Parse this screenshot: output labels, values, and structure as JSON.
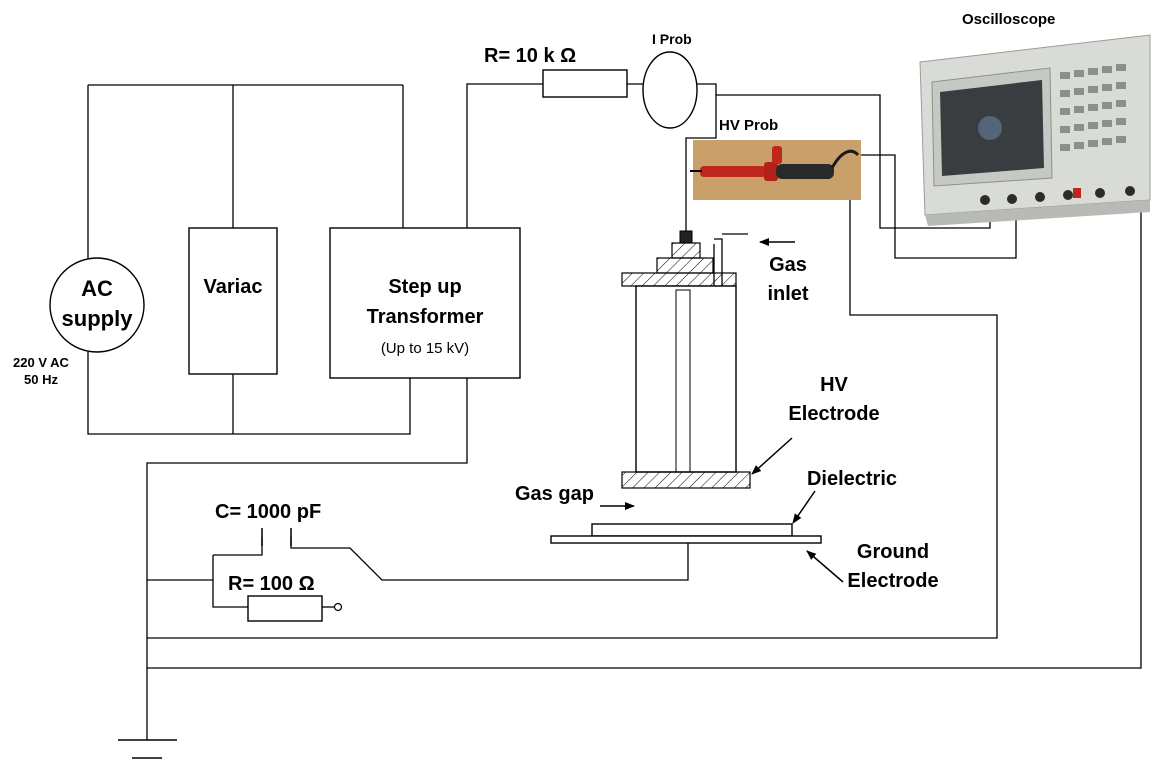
{
  "diagram": {
    "labels": {
      "resistor_main": "R= 10 k Ω",
      "current_probe": "I Prob",
      "oscilloscope": "Oscilloscope",
      "hv_probe": "HV Prob",
      "ac_supply_line1": "AC",
      "ac_supply_line2": "supply",
      "ac_rating_line1": "220 V AC",
      "ac_rating_line2": "50 Hz",
      "variac": "Variac",
      "transformer_line1": "Step up",
      "transformer_line2": "Transformer",
      "transformer_rating": "(Up to 15 kV)",
      "gas_inlet_line1": "Gas",
      "gas_inlet_line2": "inlet",
      "hv_electrode_line1": "HV",
      "hv_electrode_line2": "Electrode",
      "dielectric": "Dielectric",
      "gas_gap": "Gas gap",
      "ground_electrode_line1": "Ground",
      "ground_electrode_line2": "Electrode",
      "capacitor": "C= 1000 pF",
      "resistor_shunt": "R= 100 Ω"
    },
    "colors": {
      "line": "#000000",
      "probe_body": "#c0261b",
      "probe_handle": "#2a2a2a",
      "scope_body": "#d9dbd6",
      "scope_screen": "#3a3d40"
    }
  }
}
